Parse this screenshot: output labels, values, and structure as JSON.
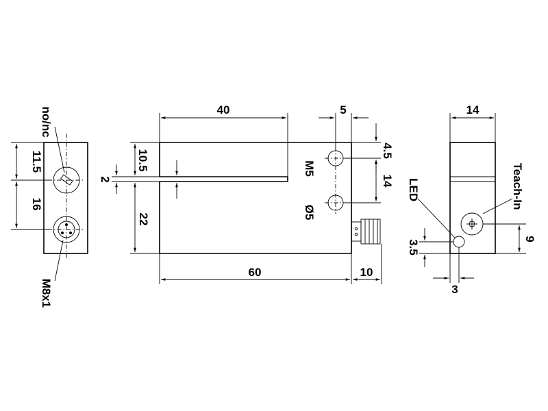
{
  "labels": {
    "no_nc": "no/nc",
    "m8x1": "M8x1",
    "m5": "M5",
    "dia5": "Ø5",
    "led": "LED",
    "teach_in": "Teach-In"
  },
  "dims": {
    "d11_5": "11.5",
    "d16": "16",
    "d10_5": "10.5",
    "d2": "2",
    "d22": "22",
    "d40": "40",
    "d5": "5",
    "d4_5": "4.5",
    "d14_side": "14",
    "d60": "60",
    "d10": "10",
    "d14_top": "14",
    "d9": "9",
    "d3_5": "3.5",
    "d3": "3"
  }
}
